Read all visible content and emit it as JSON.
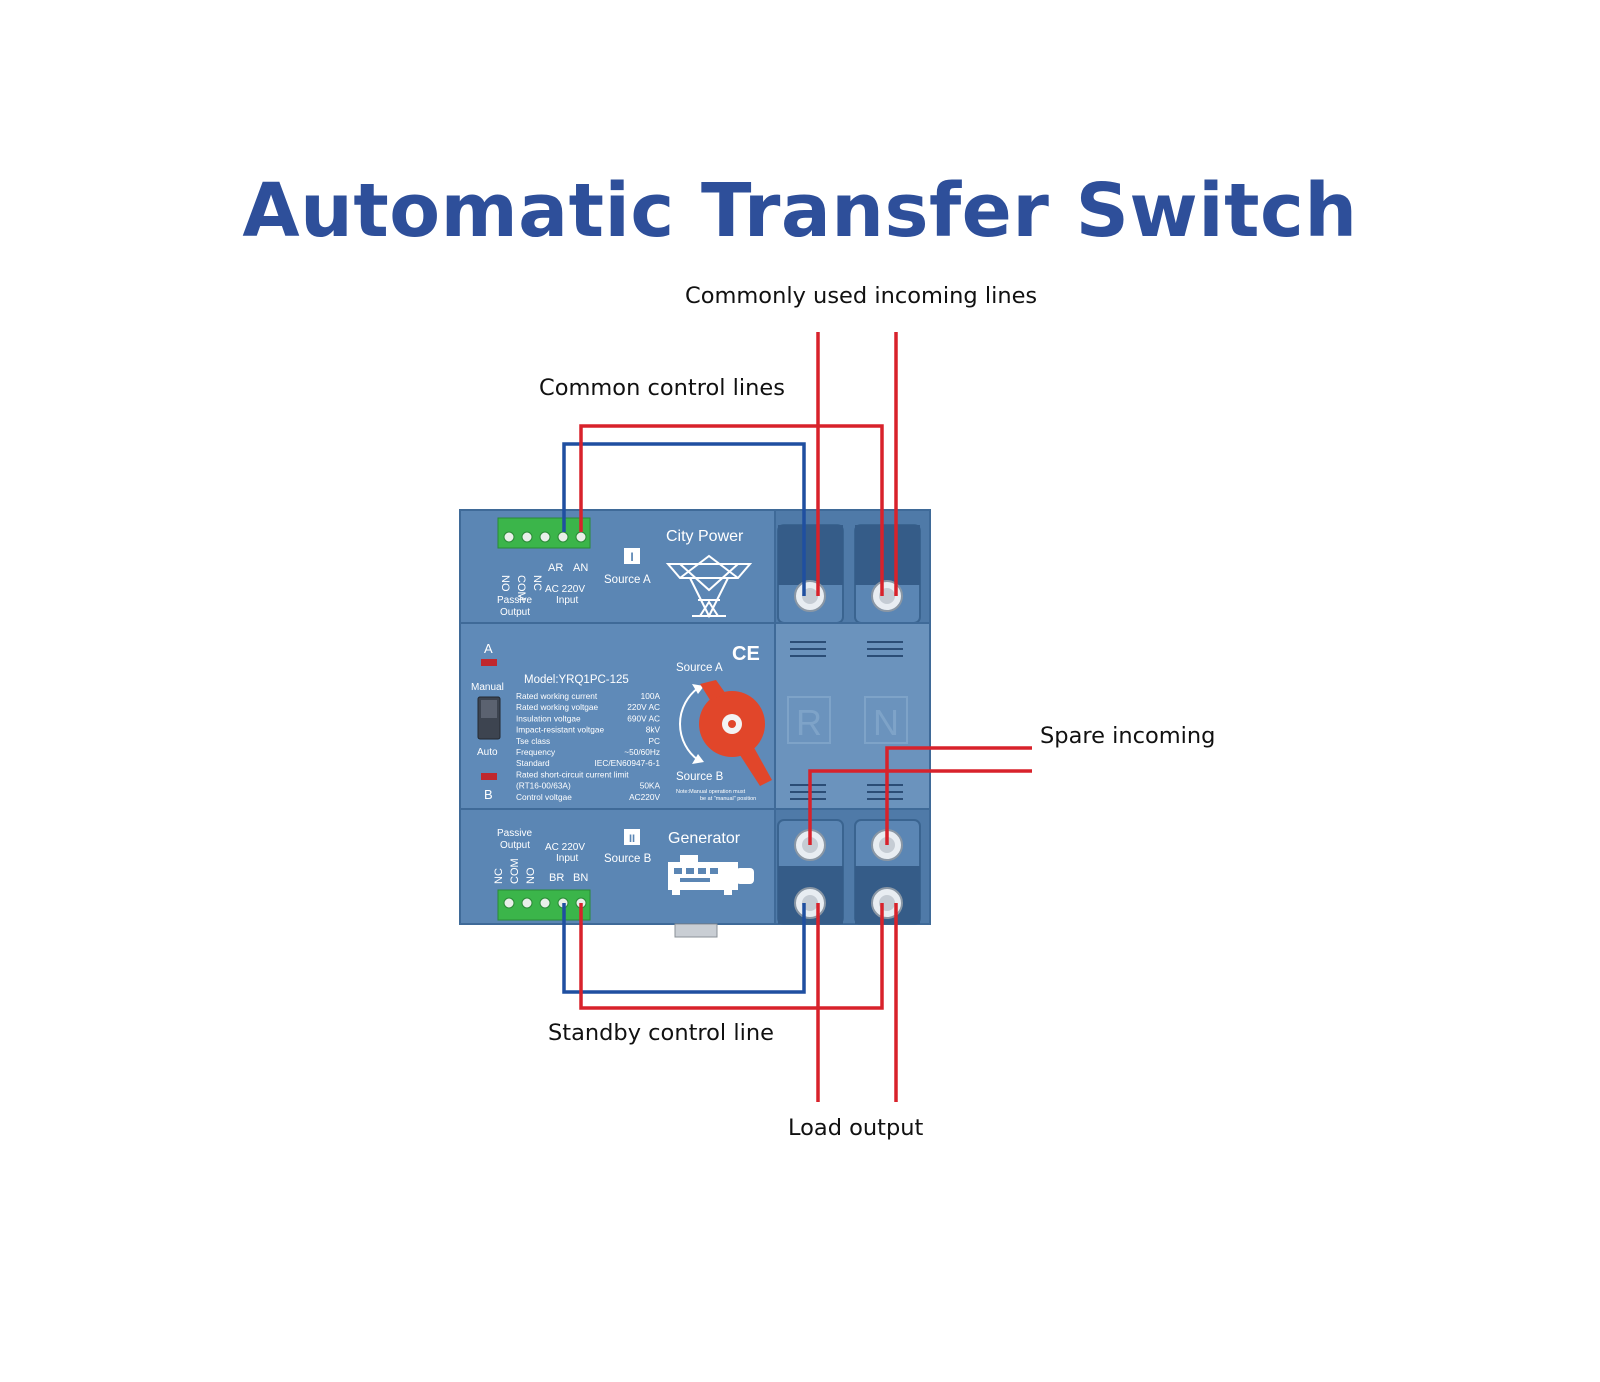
{
  "title": "Automatic Transfer Switch",
  "callouts": {
    "commonly_used_incoming": "Commonly used incoming lines",
    "common_control": "Common control lines",
    "spare_incoming": "Spare incoming",
    "standby_control": "Standby control line",
    "load_output": "Load output"
  },
  "device": {
    "top": {
      "city_power": "City Power",
      "source_label": "Source A",
      "roman": "I",
      "t_no": "NO",
      "t_com": "COM",
      "t_nc": "NC",
      "t_ar": "AR",
      "t_an": "AN",
      "passive": "Passive",
      "output": "Output",
      "ac220": "AC 220V",
      "input": "Input"
    },
    "middle": {
      "ind_a": "A",
      "ind_b": "B",
      "manual": "Manual",
      "auto": "Auto",
      "ce": "CE",
      "model": "Model:YRQ1PC-125",
      "specs": [
        {
          "label": "Rated working current",
          "value": "100A"
        },
        {
          "label": "Rated working voltgae",
          "value": "220V AC"
        },
        {
          "label": "Insulation voltgae",
          "value": "690V AC"
        },
        {
          "label": "Impact-resistant voltgae",
          "value": "8kV"
        },
        {
          "label": "Tse class",
          "value": "PC"
        },
        {
          "label": "Frequency",
          "value": "~50/60Hz"
        },
        {
          "label": "Standard",
          "value": "IEC/EN60947-6-1"
        },
        {
          "label": "Rated short-circuit current limit",
          "value": ""
        },
        {
          "label": "(RT16-00/63A)",
          "value": "50KA"
        },
        {
          "label": "Control voltgae",
          "value": "AC220V"
        }
      ],
      "source_a": "Source A",
      "source_b": "Source B",
      "note_1": "Note:Manual operation must",
      "note_2": "be at \"manual\" position",
      "pole_r": "R",
      "pole_n": "N"
    },
    "bottom": {
      "generator": "Generator",
      "source_label": "Source B",
      "roman": "II",
      "passive": "Passive",
      "output": "Output",
      "ac220": "AC 220V",
      "input": "Input",
      "t_nc": "NC",
      "t_com": "COM",
      "t_no": "NO",
      "t_br": "BR",
      "t_bn": "BN"
    }
  },
  "colors": {
    "title": "#2e4f9a",
    "device": "#5b86b4",
    "red_wire": "#d8222b",
    "blue_wire": "#1f4fa0",
    "terminal": "#3bb54a",
    "handle": "#e1462a"
  }
}
